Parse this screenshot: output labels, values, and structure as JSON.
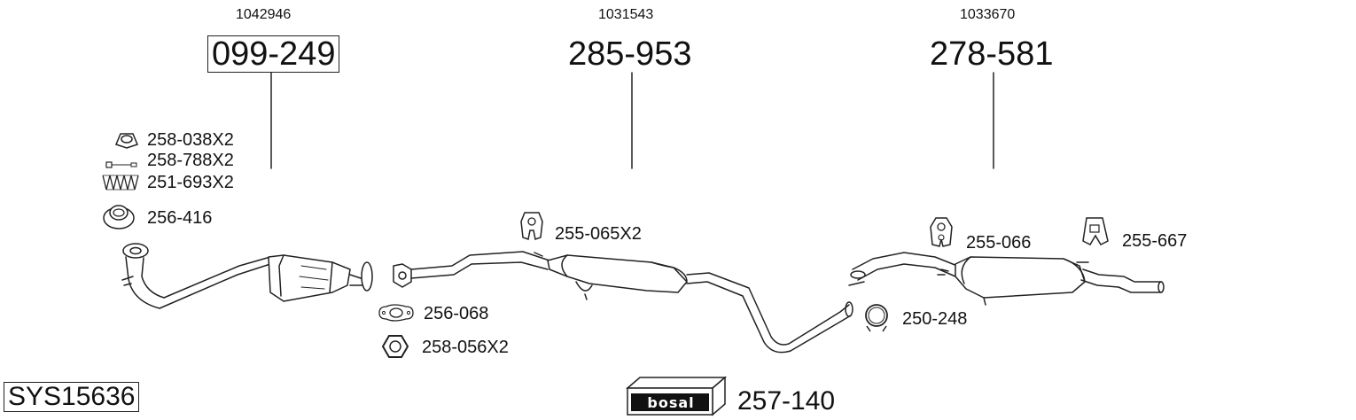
{
  "main_parts": [
    {
      "ref": "1042946",
      "number": "099-249"
    },
    {
      "ref": "1031543",
      "number": "285-953"
    },
    {
      "ref": "1033670",
      "number": "278-581"
    }
  ],
  "fittings": {
    "nut": "258-038X2",
    "bolt": "258-788X2",
    "spring": "251-693X2",
    "ring_gasket": "256-416",
    "rubber_hanger_front": "255-065X2",
    "flange_gasket": "256-068",
    "hex_nut": "258-056X2",
    "clamp": "250-248",
    "rubber_hanger_mid": "255-066",
    "rubber_hanger_rear": "255-667"
  },
  "system_id": "SYS15636",
  "mounting_kit": {
    "brand": "bosal",
    "number": "257-140"
  }
}
